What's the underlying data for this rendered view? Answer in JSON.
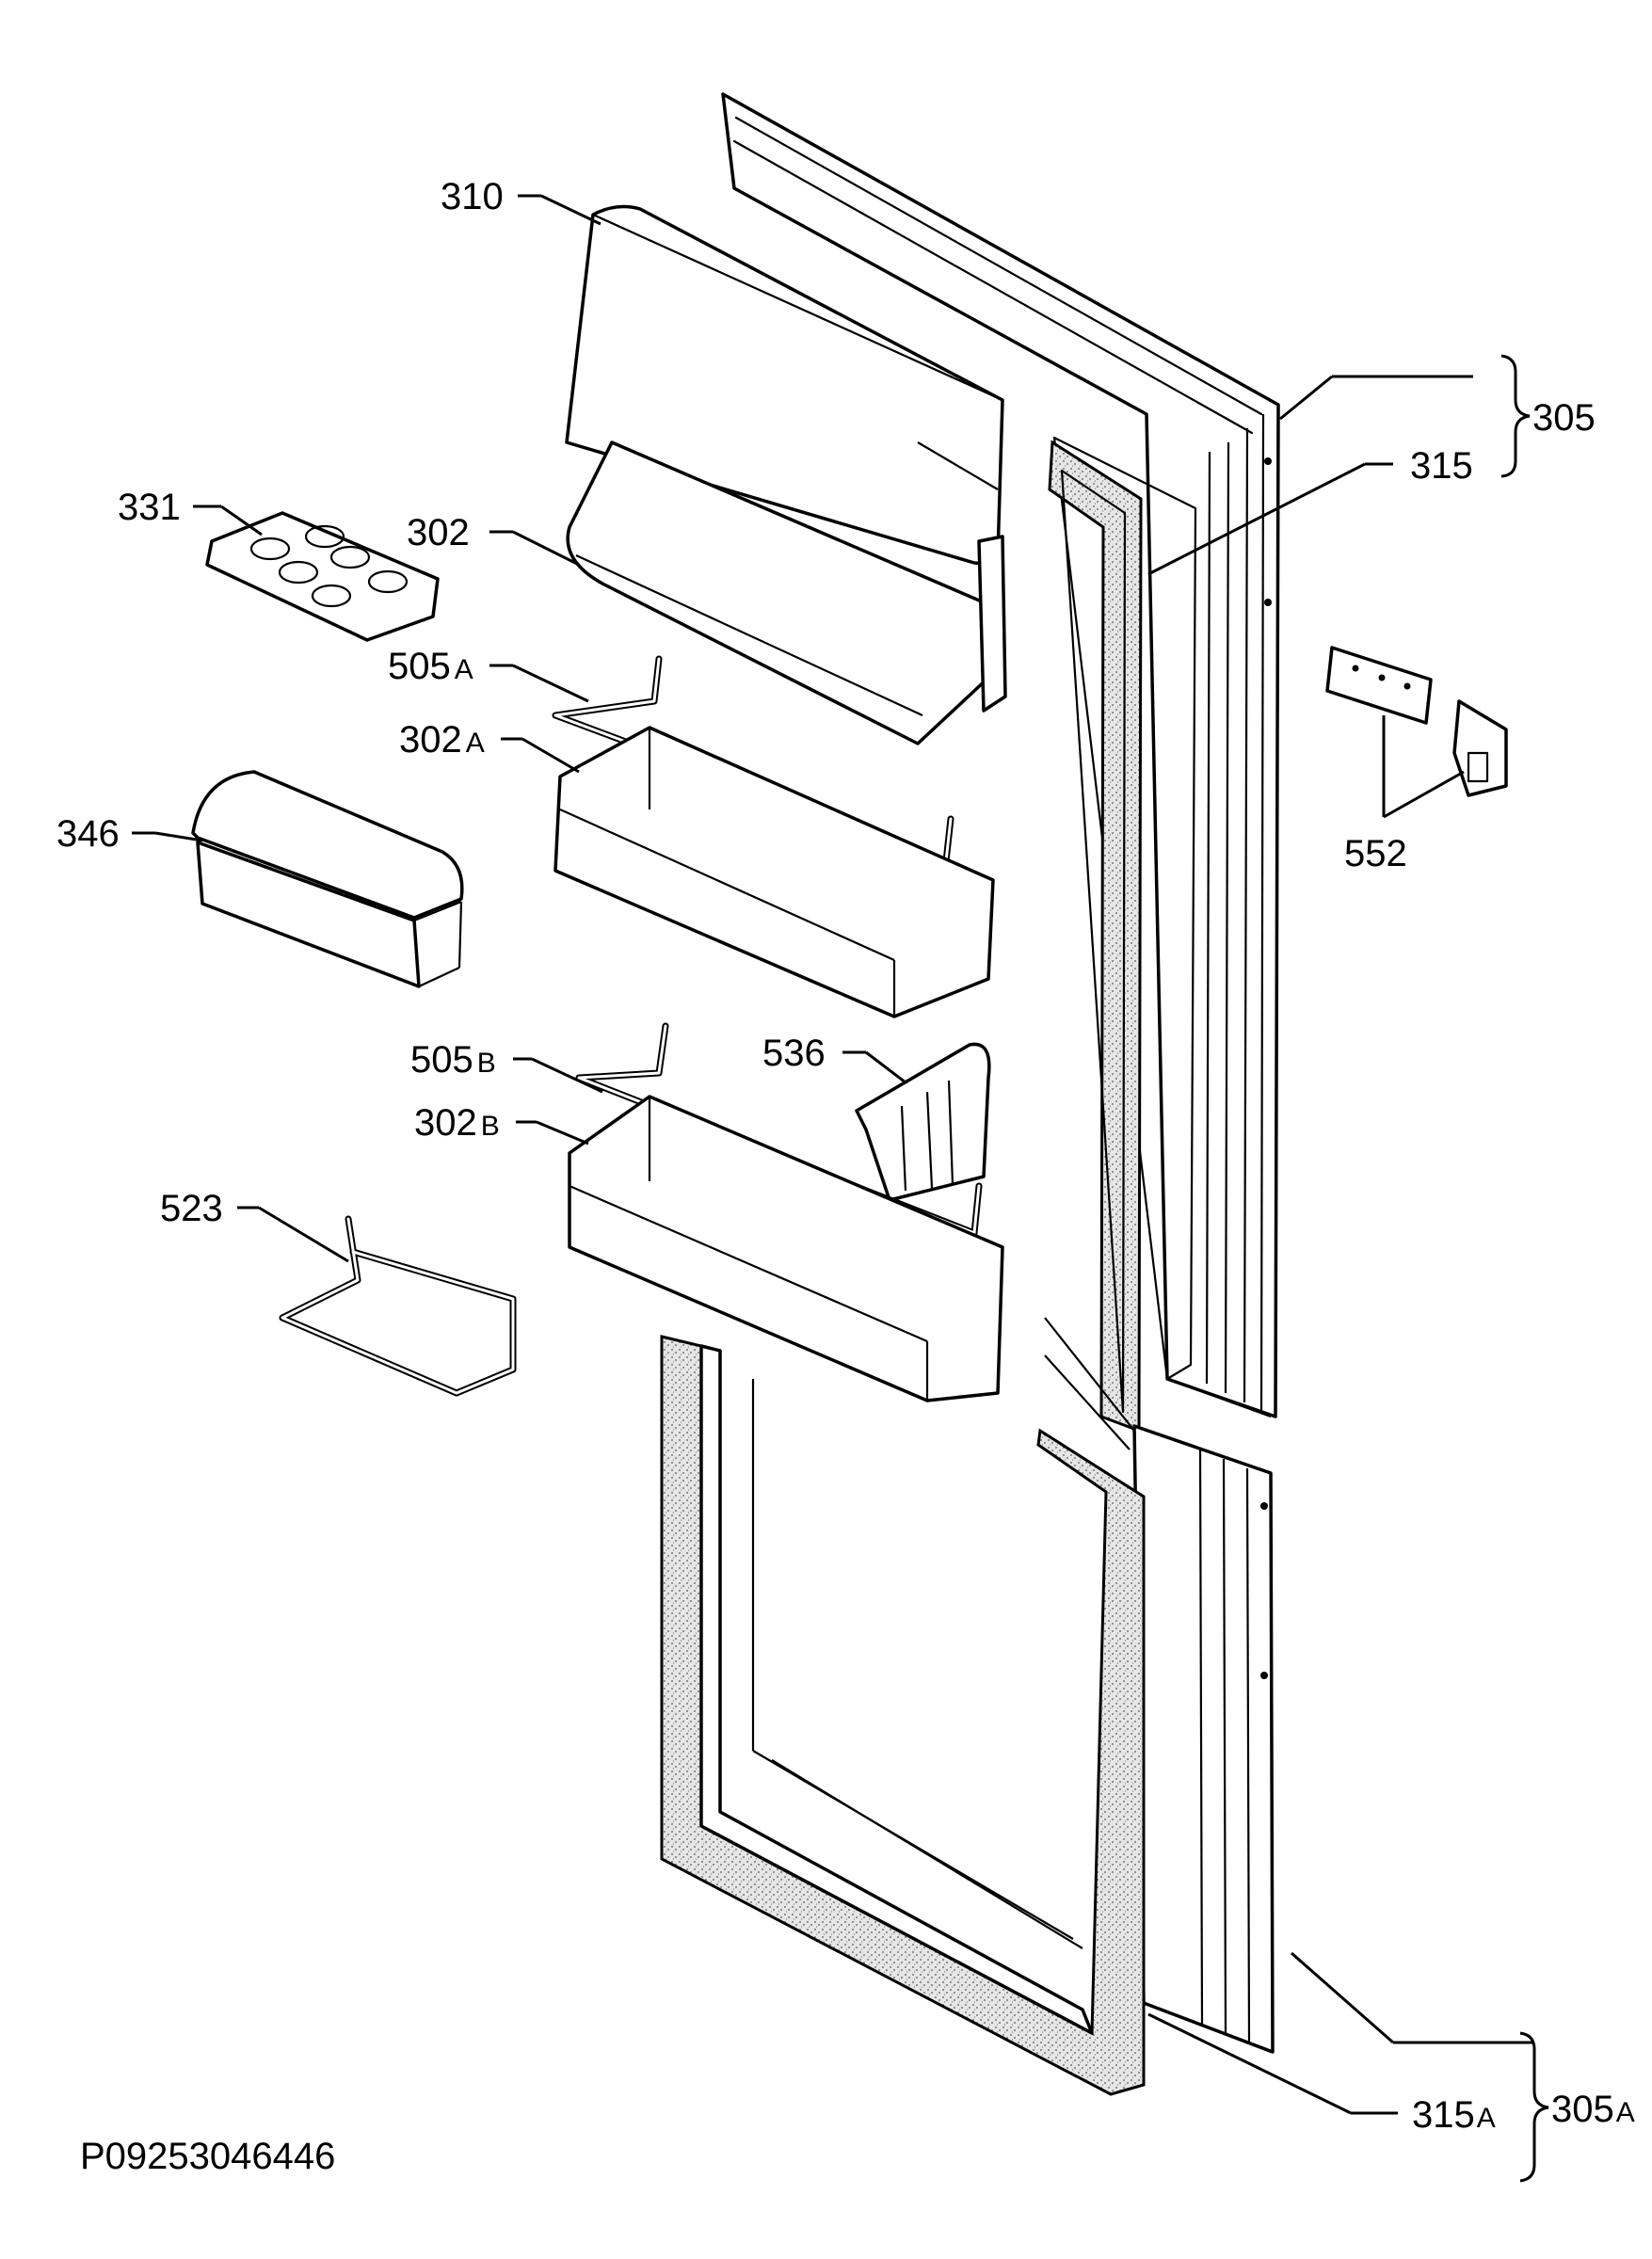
{
  "drawing_ref": "P09253046446",
  "callouts": {
    "c310": "310",
    "c305": "305",
    "c315": "315",
    "c331": "331",
    "c302": "302",
    "c505a_num": "505",
    "c505a_suf": "A",
    "c302a_num": "302",
    "c302a_suf": "A",
    "c552": "552",
    "c346": "346",
    "c536": "536",
    "c505b_num": "505",
    "c505b_suf": "B",
    "c302b_num": "302",
    "c302b_suf": "B",
    "c523": "523",
    "c305a_num": "305",
    "c305a_suf": "A",
    "c315a_num": "315",
    "c315a_suf": "A"
  }
}
